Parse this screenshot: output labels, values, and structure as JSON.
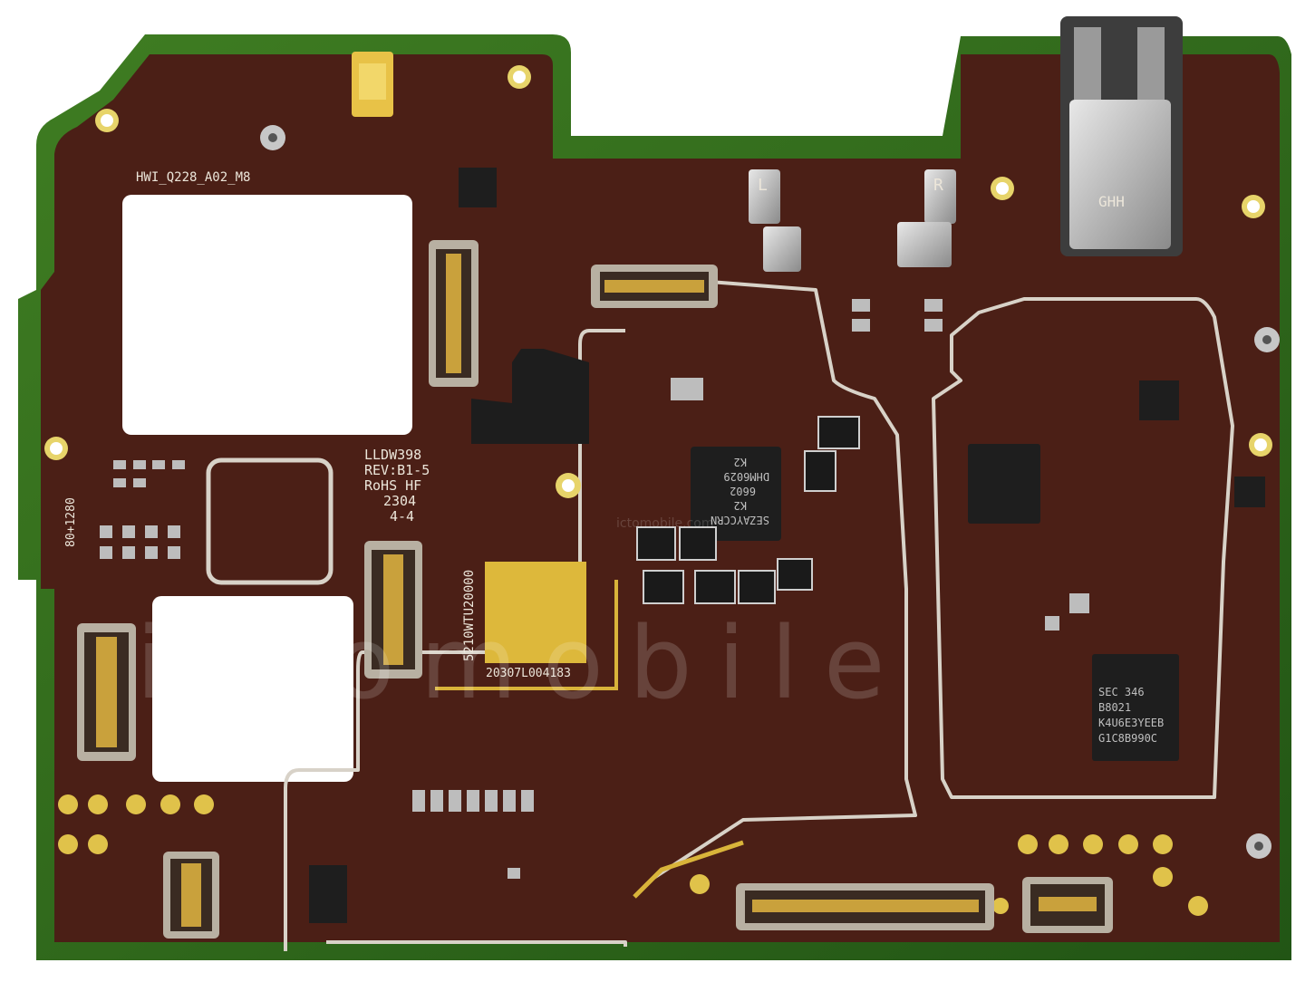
{
  "board": {
    "id_label": "HWI_Q228_A02_M8",
    "model_label": "LLDW398",
    "rev_label": "REV:B1-5",
    "rohs_label": "RoHS HF",
    "date_label": "2304",
    "sub_label": "4-4",
    "side_label": "80+1280",
    "vertical_code": "5210WTU20000",
    "serial_label": "20307L004183",
    "left_speaker_label": "L",
    "right_speaker_label": "R",
    "jack_label": "GHH"
  },
  "chips": {
    "pmic_mark": [
      "SEZAYCCRN",
      "K2",
      "6602",
      "DHM6029",
      "K2"
    ],
    "memory_mark": [
      "SEC 346",
      "B8021",
      "K4U6E3YEEB",
      "G1C8B990C"
    ]
  },
  "watermark": {
    "brand": "ictomobile",
    "domain": "ictomobile.com"
  },
  "colors": {
    "board": "#4b1f16",
    "edge": "#2d6b1c",
    "trace": "#d8d2c8",
    "gold": "#d9b43a",
    "metal": "#c8c8c8"
  }
}
